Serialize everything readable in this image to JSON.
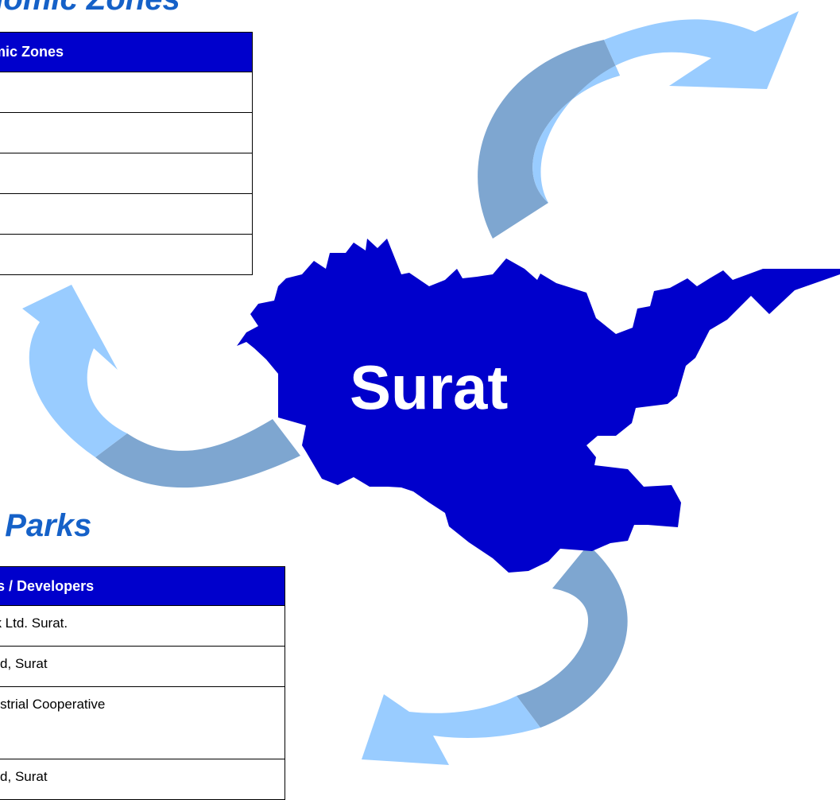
{
  "sez": {
    "title": "nomic Zones",
    "table": {
      "header": "nomic Zones",
      "rows": [
        "",
        "",
        "",
        "",
        ""
      ]
    }
  },
  "parks": {
    "title": "l Parks",
    "table": {
      "header": "arks / Developers",
      "rows": [
        "Park Ltd.  Surat.",
        "rk Ltd, Surat",
        "Industrial Cooperative",
        "rk Ltd, Surat"
      ]
    }
  },
  "map": {
    "label": "Surat",
    "fill_color": "#0000cc"
  },
  "arrows": {
    "light_color": "#99ccff",
    "dark_color": "#7ea6d0"
  },
  "colors": {
    "heading": "#1561c8",
    "table_header_bg": "#0000cc",
    "border": "#000000"
  }
}
